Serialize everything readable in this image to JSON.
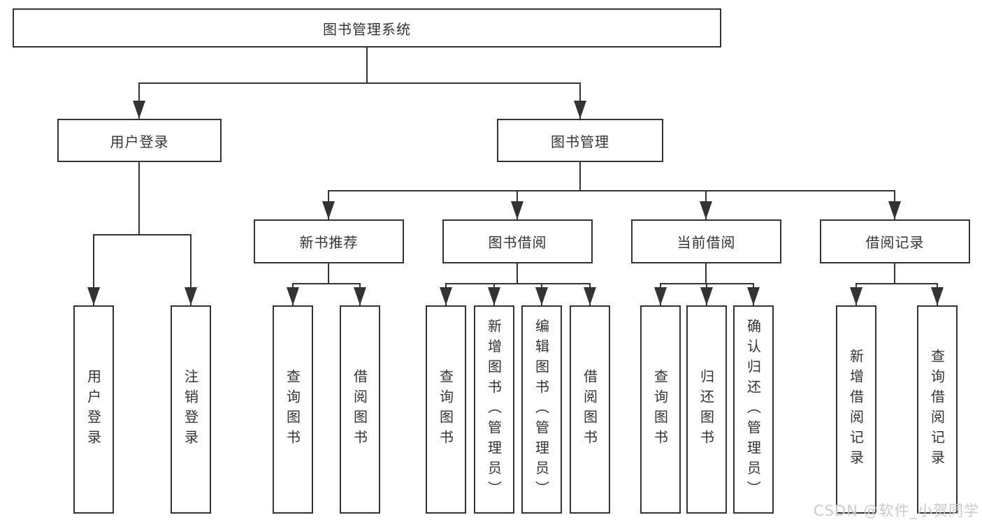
{
  "colors": {
    "line": "#333333",
    "text": "#333333",
    "background": "#ffffff",
    "watermark": "#c9c9c9"
  },
  "watermark": "CSDN @软件_小贺同学",
  "tree": {
    "root": {
      "label": "图书管理系统"
    },
    "children": [
      {
        "label": "用户登录",
        "children": [
          {
            "label": "用户登录"
          },
          {
            "label": "注销登录"
          }
        ]
      },
      {
        "label": "图书管理",
        "children": [
          {
            "label": "新书推荐",
            "children": [
              {
                "label": "查询图书"
              },
              {
                "label": "借阅图书"
              }
            ]
          },
          {
            "label": "图书借阅",
            "children": [
              {
                "label": "查询图书"
              },
              {
                "label": "新增图书（管理员）"
              },
              {
                "label": "编辑图书（管理员）"
              },
              {
                "label": "借阅图书"
              }
            ]
          },
          {
            "label": "当前借阅",
            "children": [
              {
                "label": "查询图书"
              },
              {
                "label": "归还图书"
              },
              {
                "label": "确认归还（管理员）"
              }
            ]
          },
          {
            "label": "借阅记录",
            "children": [
              {
                "label": "新增借阅记录"
              },
              {
                "label": "查询借阅记录"
              }
            ]
          }
        ]
      }
    ]
  }
}
